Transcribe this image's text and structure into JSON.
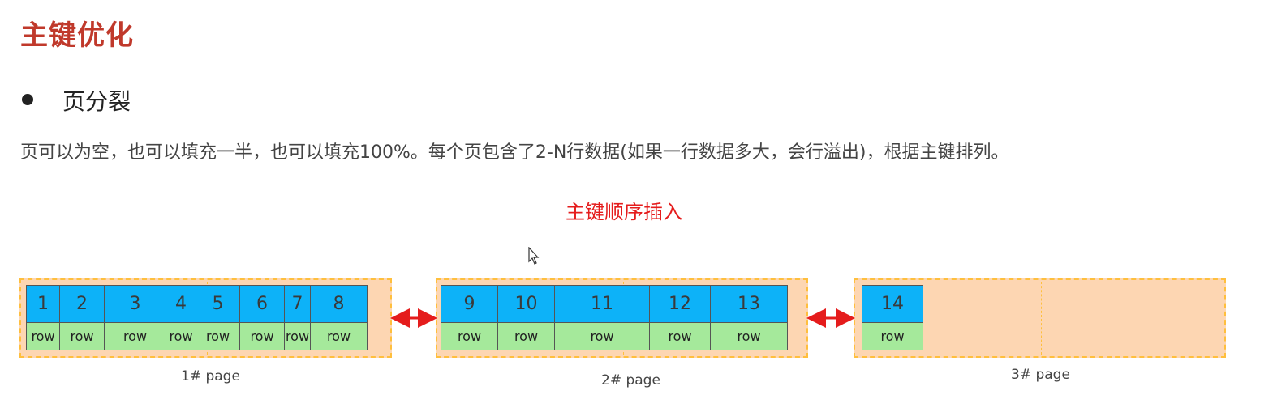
{
  "title": "主键优化",
  "bullet": "页分裂",
  "description": "页可以为空，也可以填充一半，也可以填充100%。每个页包含了2-N行数据(如果一行数据多大，会行溢出)，根据主键排列。",
  "subtitle": "主键顺序插入",
  "pages": [
    {
      "label": "1#  page",
      "ids": [
        "1",
        "2",
        "3",
        "4",
        "5",
        "6",
        "7",
        "8"
      ],
      "row_label": "row"
    },
    {
      "label": "2#  page",
      "ids": [
        "9",
        "10",
        "11",
        "12",
        "13"
      ],
      "row_label": "row"
    },
    {
      "label": "3#  page",
      "ids": [
        "14"
      ],
      "row_label": "row"
    }
  ],
  "colors": {
    "title": "#c0392b",
    "subtitle": "#e51c1c",
    "page_fill": "#fdd6b2",
    "page_border": "#ffbf3d",
    "id_cell": "#0db2f8",
    "row_cell": "#a5e99b",
    "arrow": "#e51c1c"
  }
}
